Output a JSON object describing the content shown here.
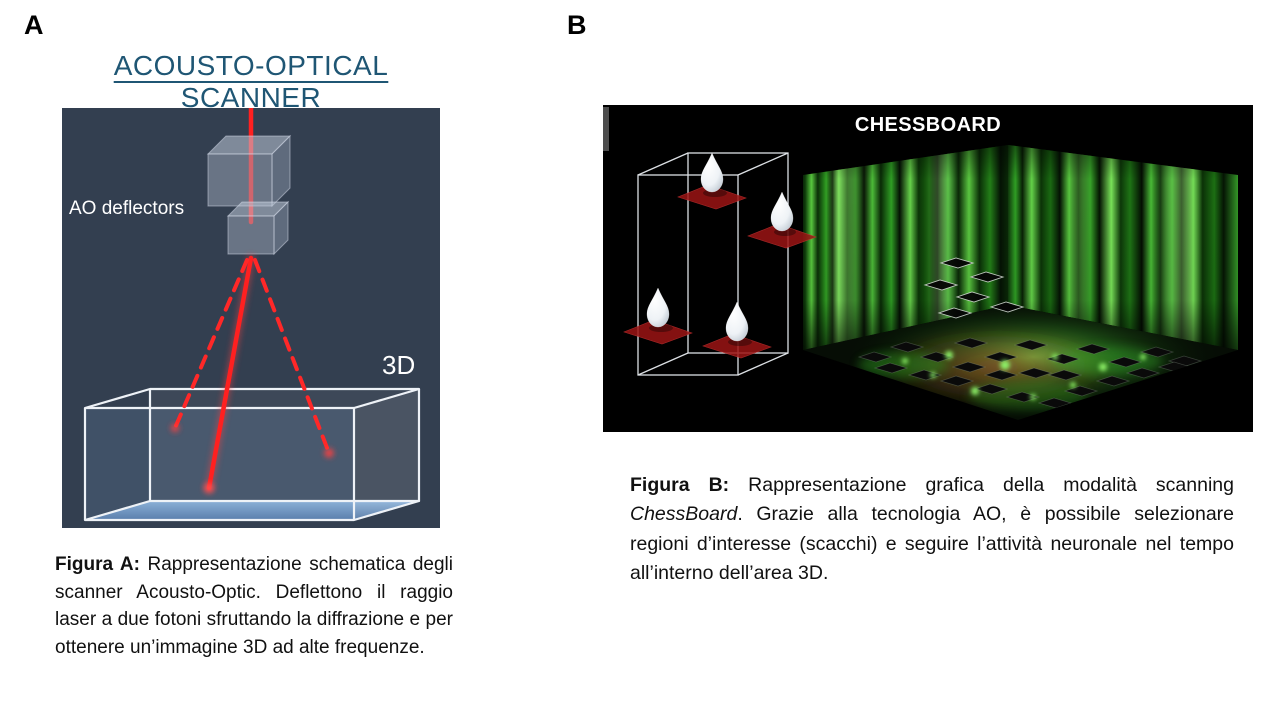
{
  "panel_a": {
    "label": "A",
    "title": "ACOUSTO-OPTICAL SCANNER",
    "diagram": {
      "ao_deflectors_label": "AO deflectors",
      "box_label": "3D"
    },
    "caption": {
      "lead": "Figura A:",
      "body": " Rappresentazione schematica degli scanner Acousto-Optic. Deflettono il raggio laser a due fotoni sfruttando la diffrazione e per ottenere un’immagine 3D ad alte frequenze."
    }
  },
  "panel_b": {
    "label": "B",
    "image_title": "CHESSBOARD",
    "caption": {
      "lead": "Figura B:",
      "body_pre": " Rappresentazione grafica della modalità scanning ",
      "italic": "ChessBoard",
      "body_post": ". Grazie alla tecnologia AO, è possibile selezionare regioni d’interesse (scacchi) e seguire l’attività neuronale nel tempo all’interno dell’area 3D."
    }
  },
  "colors": {
    "title-blue": "#1F5674",
    "diagram-bg": "#333F50",
    "panel-black": "#000000",
    "caption-text": "#111111",
    "label-white": "#FFFFFF",
    "laser-red": "#FF2020",
    "neuron-green": "#3FBF2F",
    "roi-red": "#9C1414",
    "floor-blue": "#7FA8D4"
  }
}
